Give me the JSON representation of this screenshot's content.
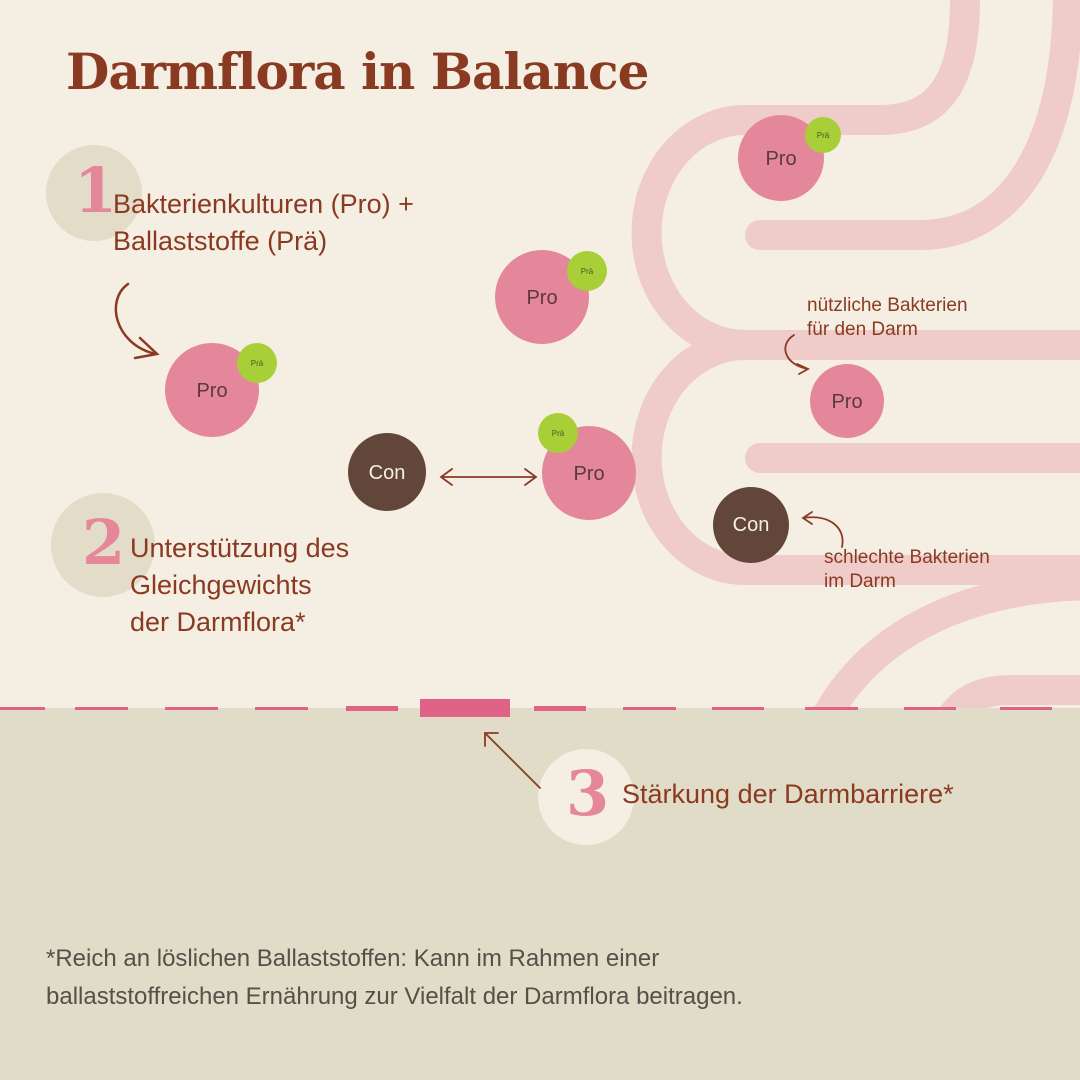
{
  "title": "Darmflora in Balance",
  "steps": [
    {
      "number": "1",
      "text_line1": "Bakterienkulturen (Pro) +",
      "text_line2": "Ballaststoffe (Prä)"
    },
    {
      "number": "2",
      "text_line1": "Unterstützung des",
      "text_line2": "Gleichgewichts",
      "text_line3": "der Darmflora*"
    },
    {
      "number": "3",
      "text_line1": "Stärkung der Darmbarriere*"
    }
  ],
  "labels": {
    "pro": "Pro",
    "prae": "Prä",
    "con": "Con",
    "good_bacteria_line1": "nützliche Bakterien",
    "good_bacteria_line2": "für den Darm",
    "bad_bacteria_line1": "schlechte Bakterien",
    "bad_bacteria_line2": "im Darm"
  },
  "footnote_line1": "*Reich an löslichen Ballaststoffen: Kann im Rahmen einer",
  "footnote_line2": "ballaststoffreichen Ernährung zur Vielfalt der Darmflora beitragen.",
  "colors": {
    "background_top": "#f5efe3",
    "background_bottom": "#e1dcc8",
    "text": "#8b3a22",
    "pro": "#e4879a",
    "prae": "#a8cf38",
    "con": "#63463a",
    "intestine": "#efcbc9",
    "barrier": "#e06387"
  }
}
